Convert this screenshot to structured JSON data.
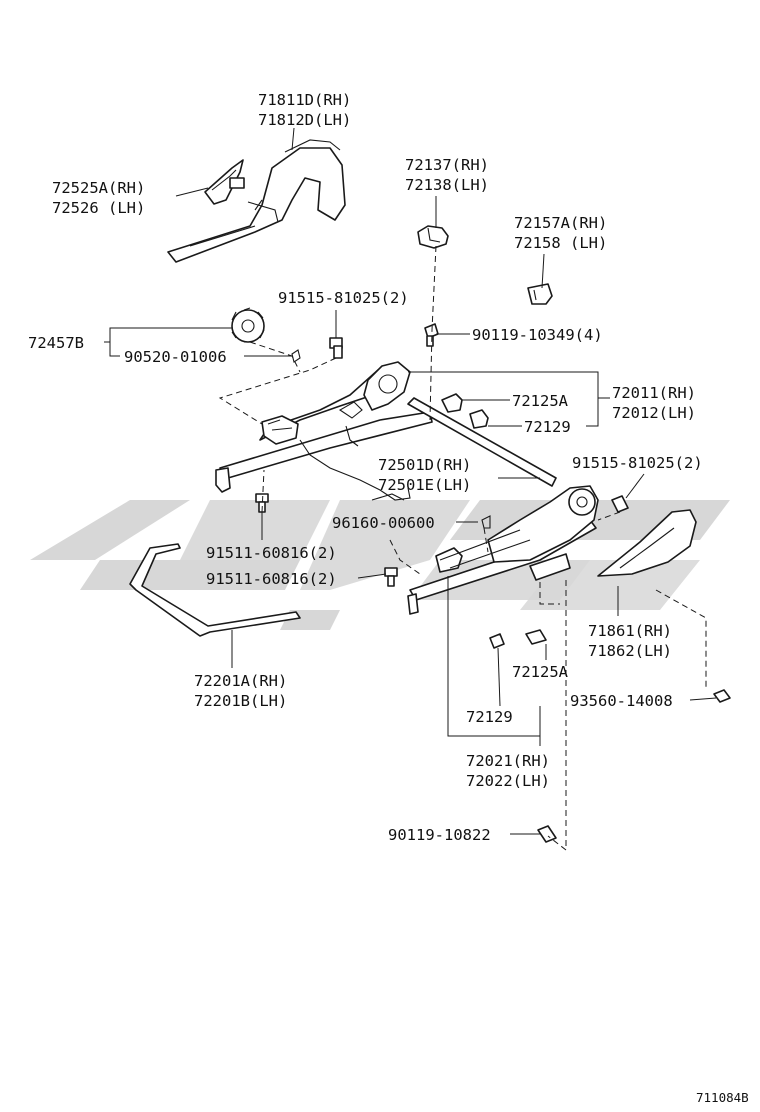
{
  "diagram_id": "711084B",
  "parts": {
    "p71811": "71811D(RH)",
    "p71812": "71812D(LH)",
    "p72525": "72525A(RH)",
    "p72526": "72526  (LH)",
    "p72137": "72137(RH)",
    "p72138": "72138(LH)",
    "p72157": "72157A(RH)",
    "p72158": "72158  (LH)",
    "p91515a": "91515-81025(2)",
    "p90119a": "90119-10349(4)",
    "p72457": "72457B",
    "p90520": "90520-01006",
    "p72011": "72011(RH)",
    "p72012": "72012(LH)",
    "p72125a_top": "72125A",
    "p72129_top": "72129",
    "p72501d": "72501D(RH)",
    "p72501e": "72501E(LH)",
    "p91515b": "91515-81025(2)",
    "p96160": "96160-00600",
    "p91511a": "91511-60816(2)",
    "p91511b": "91511-60816(2)",
    "p71861": "71861(RH)",
    "p71862": "71862(LH)",
    "p72201a": "72201A(RH)",
    "p72201b": "72201B(LH)",
    "p72125a_bot": "72125A",
    "p93560": "93560-14008",
    "p72129_bot": "72129",
    "p72021": "72021(RH)",
    "p72022": "72022(LH)",
    "p90119b": "90119-10822"
  }
}
